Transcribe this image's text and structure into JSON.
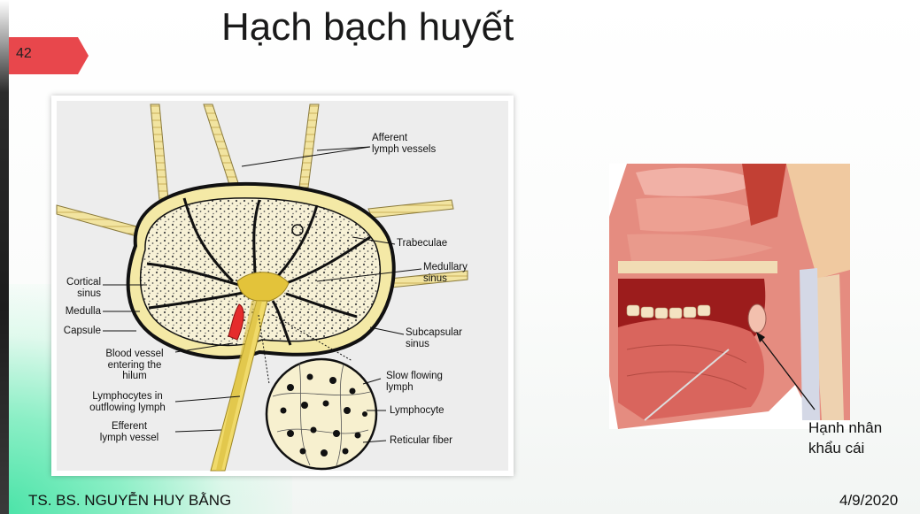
{
  "slide": {
    "number": "42",
    "title": "Hạch bạch huyết",
    "footer_author": "TS. BS. NGUYỄN HUY BẰNG",
    "footer_date": "4/9/2020"
  },
  "lymph_node_diagram": {
    "labels": {
      "afferent": "Afferent\nlymph vessels",
      "trabeculae": "Trabeculae",
      "medullary_sinus": "Medullary\nsinus",
      "cortical_sinus": "Cortical\nsinus",
      "medulla": "Medulla",
      "capsule": "Capsule",
      "subcapsular_sinus": "Subcapsular\nsinus",
      "blood_vessel": "Blood vessel\nentering the\nhilum",
      "slow_flowing": "Slow flowing\nlymph",
      "lymphocytes_outflowing": "Lymphocytes in\noutflowing lymph",
      "lymphocyte": "Lymphocyte",
      "efferent": "Efferent\nlymph vessel",
      "reticular_fiber": "Reticular fiber"
    }
  },
  "oral_cavity_image": {
    "label": "Hạnh nhân\nkhẩu cái"
  },
  "colors": {
    "badge": "#e8474c",
    "node_fill": "#f4e9a6",
    "node_outline": "#111111",
    "vessel": "#eed77a",
    "mint_accent": "#49e3a7"
  }
}
